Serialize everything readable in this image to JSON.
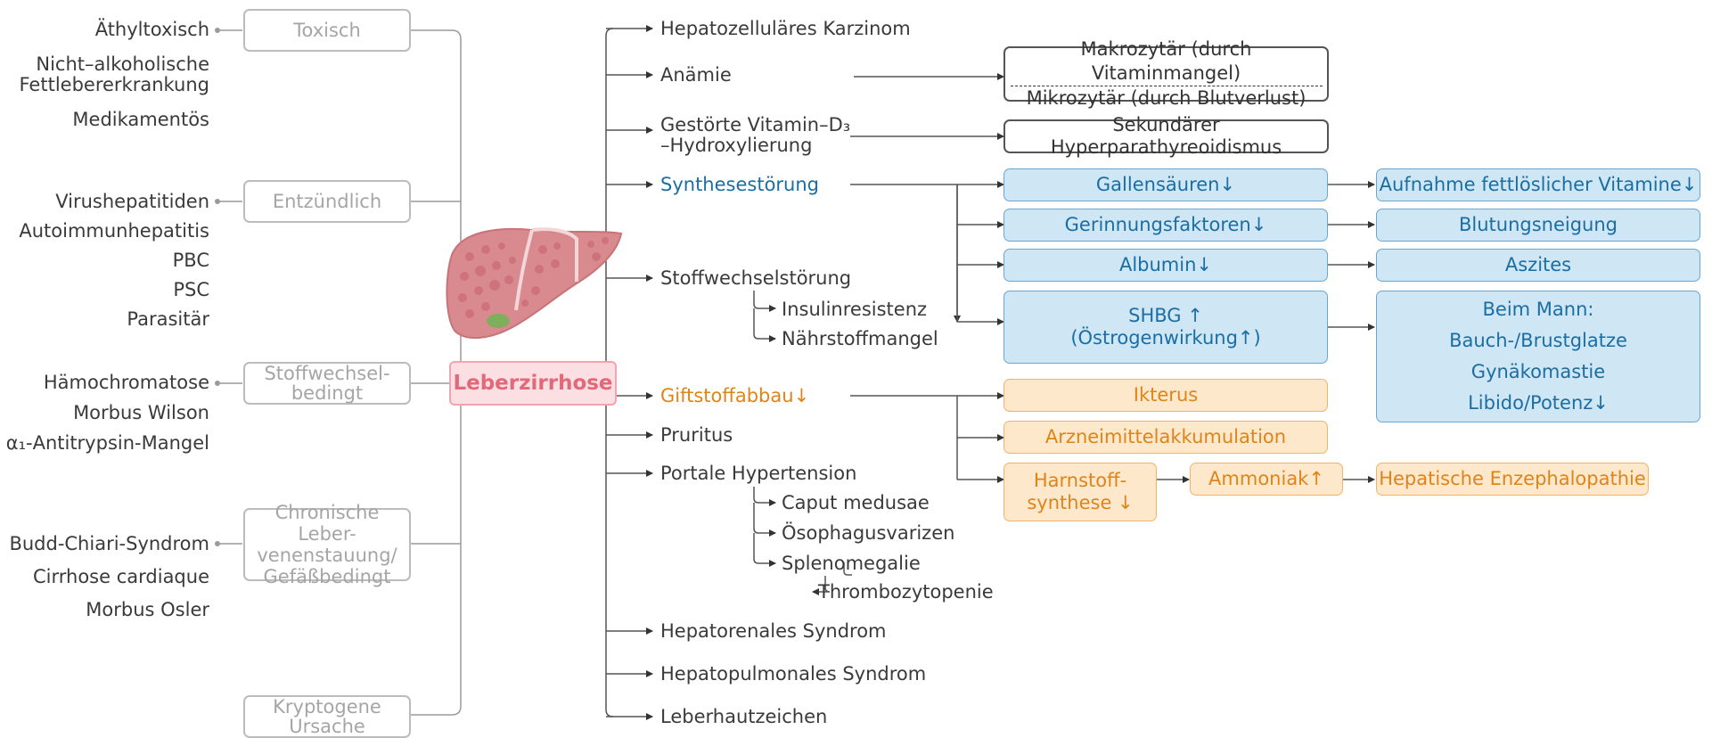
{
  "center": "Leberzirrhose",
  "causes": {
    "toxic": {
      "label": "Toxisch",
      "items": [
        "Äthyltoxisch",
        "Nicht–alkoholische",
        "Fettlebererkrankung",
        "Medikamentös"
      ]
    },
    "inflammatory": {
      "label": "Entzündlich",
      "items": [
        "Virushepatitiden",
        "Autoimmunhepatitis",
        "PBC",
        "PSC",
        "Parasitär"
      ]
    },
    "metabolic": {
      "label_lines": [
        "Stoffwechsel-",
        "bedingt"
      ],
      "items": [
        "Hämochromatose",
        "Morbus Wilson",
        "α₁-Antitrypsin-Mangel"
      ]
    },
    "vascular": {
      "label_lines": [
        "Chronische Leber-",
        "venenstauung/",
        "Gefäßbedingt"
      ],
      "items": [
        "Budd-Chiari-Syndrom",
        "Cirrhose cardiaque",
        "Morbus Osler"
      ]
    },
    "cryptogenic": {
      "label_lines": [
        "Kryptogene",
        "Ursache"
      ]
    }
  },
  "consequences": {
    "hcc": "Hepatozelluläres Karzinom",
    "anemia": "Anämie",
    "vitd_1": "Gestörte Vitamin–D₃",
    "vitd_2": "–Hydroxylierung",
    "synthesis": "Synthesestörung",
    "metabolism": "Stoffwechselstörung",
    "insulin": "Insulinresistenz",
    "nutrient": "Nährstoffmangel",
    "toxin": "Giftstoffabbau↓",
    "pruritus": "Pruritus",
    "portal": "Portale Hypertension",
    "caput": "Caput medusae",
    "varices": "Ösophagusvarizen",
    "spleno": "Splenomegalie",
    "thrombo": "Thrombozytopenie",
    "hepatorenal": "Hepatorenales Syndrom",
    "hepatopulmonal": "Hepatopulmonales Syndrom",
    "skin": "Leberhautzeichen"
  },
  "anemia_types": {
    "macro": "Makrozytär (durch Vitaminmangel)",
    "micro": "Mikrozytär (durch Blutverlust)"
  },
  "hpt": "Sekundärer Hyperparathyreoidismus",
  "synthesis_boxes": {
    "bile": "Gallensäuren↓",
    "coag": "Gerinnungsfaktoren↓",
    "albumin": "Albumin↓",
    "shbg_1": "SHBG ↑",
    "shbg_2": "(Östrogenwirkung↑)"
  },
  "synthesis_results": {
    "vitamins": "Aufnahme fettlöslicher Vitamine↓",
    "bleeding": "Blutungsneigung",
    "ascites": "Aszites",
    "male_title": "Beim Mann:",
    "male_1": "Bauch-/Brustglatze",
    "male_2": "Gynäkomastie",
    "male_3": "Libido/Potenz↓"
  },
  "toxin_boxes": {
    "icterus": "Ikterus",
    "drugs": "Arzneimittelakkumulation",
    "urea_1": "Harnstoff-",
    "urea_2": "synthese ↓",
    "ammonia": "Ammoniak↑",
    "encephalopathy": "Hepatische Enzephalopathie"
  },
  "colors": {
    "blue": "#1b6ea3",
    "orange": "#e08417",
    "center": "#e2697a",
    "gray": "#a5a5a5"
  }
}
